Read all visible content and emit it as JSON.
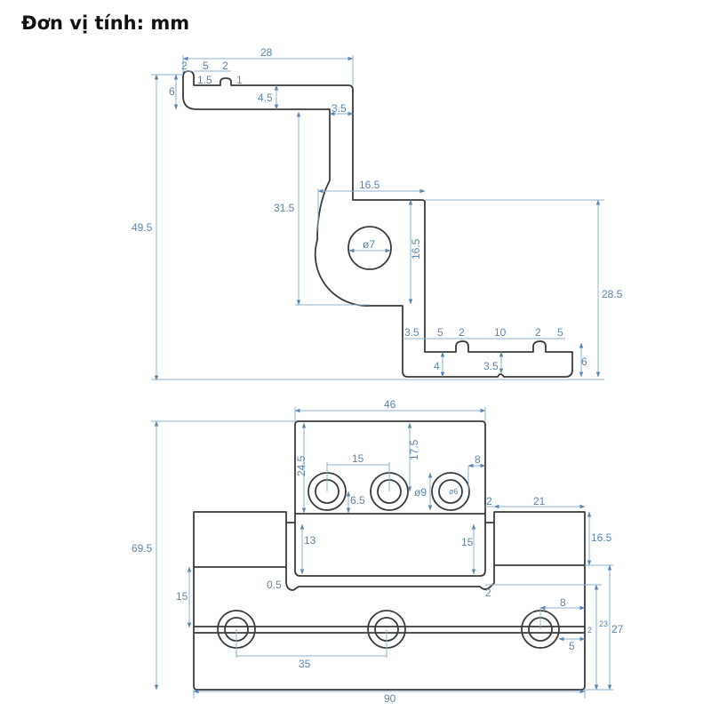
{
  "title": "Đơn vị tính: mm",
  "profile_view": {
    "dims": {
      "overall_width": "28",
      "lip_left": "2",
      "groove_gap": "5",
      "lip_right": "2",
      "groove_depth": "1.5",
      "small_step": "1",
      "lip_height": "6",
      "top_flange_thickness": "4.5",
      "wall_thickness": "3.5",
      "overall_height": "49.5",
      "knuckle_height": "31.5",
      "knuckle_width": "16.5",
      "knuckle_vertical": "16.5",
      "pin_hole": "ø7",
      "right_height": "28.5",
      "bottom_wall": "3.5",
      "seg_5a": "5",
      "seg_2a": "2",
      "seg_10": "10",
      "seg_2b": "2",
      "seg_5b": "5",
      "bottom_thickness": "4",
      "bottom_notch": "3.5",
      "bottom_lip_height": "6"
    }
  },
  "front_view": {
    "dims": {
      "leaf_width": "46",
      "leaf_height": "24.5",
      "hole_pitch": "15",
      "hole_offset_top": "17.5",
      "hole_edge_offset": "8",
      "hole_to_knuckle": "6.5",
      "counterbore": "ø9",
      "hole": "ø6",
      "gap": "2",
      "side_width": "21",
      "side_height": "16.5",
      "overall_height": "69.5",
      "knuckle_inner": "13",
      "knuckle_inner_right": "15",
      "clearance": "0.5",
      "gap_bottom": "2",
      "lower_upper": "15",
      "hole_edge_lower": "8",
      "slot_width": "2",
      "slot_length": "5",
      "lower_height_inner": "23",
      "lower_height": "27",
      "hole_pitch_lower": "35",
      "overall_width": "90"
    }
  }
}
